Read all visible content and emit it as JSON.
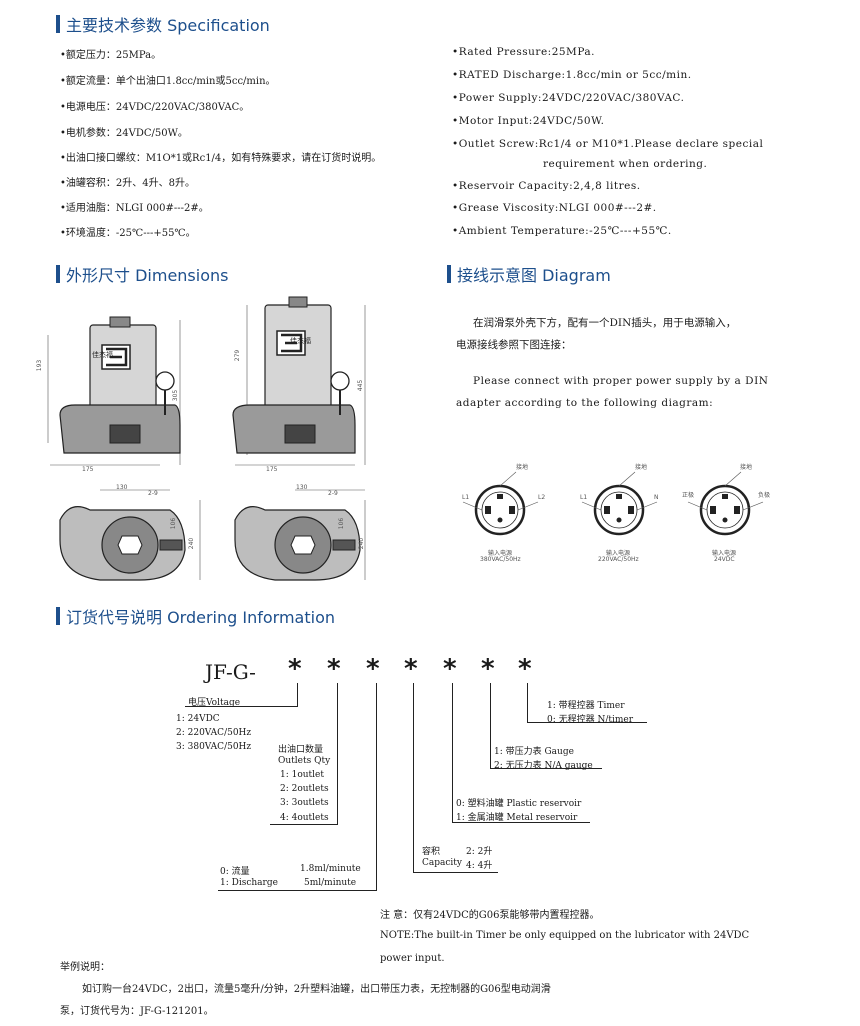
{
  "sections": {
    "spec": "主要技术参数 Specification",
    "dimensions": "外形尺寸 Dimensions",
    "diagram": "接线示意图 Diagram",
    "ordering": "订货代号说明 Ordering Information"
  },
  "spec_cn": [
    "•额定压力：25MPa。",
    "•额定流量：单个出油口1.8cc/min或5cc/min。",
    "•电源电压：24VDC/220VAC/380VAC。",
    "•电机参数：24VDC/50W。",
    "•出油口接口螺纹：M1O*1或Rc1/4，如有特殊要求，请在订货时说明。",
    "•油罐容积：2升、4升、8升。",
    "•适用油脂：NLGI 000#---2#。",
    "•环境温度：-25℃---+55℃。"
  ],
  "spec_en": [
    "•Rated Pressure:25MPa.",
    "•RATED Discharge:1.8cc/min or 5cc/min.",
    "•Power Supply:24VDC/220VAC/380VAC.",
    "•Motor Input:24VDC/50W.",
    "•Outlet Screw:Rc1/4 or M10*1.Please declare special",
    "requirement when ordering.",
    "•Reservoir Capacity:2,4,8 litres.",
    "•Grease Viscosity:NLGI 000#---2#.",
    "•Ambient Temperature:-25℃---+55℃."
  ],
  "dimensions": {
    "brand": "佳杰福",
    "left_pump": {
      "height1": "193",
      "height2": "305",
      "width": "175",
      "top_w": "130",
      "top_w2": "2-9",
      "v1": "106",
      "v2": "240"
    },
    "right_pump": {
      "height1": "279",
      "height2": "445",
      "width": "175",
      "top_w": "130",
      "top_w2": "2-9",
      "v1": "106",
      "v2": "240"
    }
  },
  "diagram": {
    "cn_line1": "在润滑泵外壳下方，配有一个DIN插头，用于电源输入，",
    "cn_line2": "电源接线参照下图连接：",
    "en_line1": "Please connect with proper power supply by a DIN",
    "en_line2": "adapter according to the following diagram:",
    "plugs": [
      {
        "ground": "接地",
        "left": "L1",
        "right": "L2",
        "caption": "输入电源",
        "voltage": "380VAC/50Hz"
      },
      {
        "ground": "接地",
        "left": "L1",
        "right": "N",
        "caption": "输入电源",
        "voltage": "220VAC/50Hz"
      },
      {
        "ground": "接地",
        "left": "正极",
        "right": "负极",
        "caption": "输入电源",
        "voltage": "24VDC"
      }
    ]
  },
  "ordering": {
    "code": "JF-G-",
    "star": "*",
    "voltage_label": "电压Voltage",
    "voltage_opts": [
      "1: 24VDC",
      "2: 220VAC/50Hz",
      "3: 380VAC/50Hz"
    ],
    "outlets_label_cn": "出油口数量",
    "outlets_label_en": "Outlets Qty",
    "outlets_opts": [
      "1: 1outlet",
      "2: 2outlets",
      "3: 3outlets",
      "4: 4outlets"
    ],
    "discharge_opts": [
      {
        "k": "0: 流量",
        "v": "1.8ml/minute"
      },
      {
        "k": "1: Discharge",
        "v": "5ml/minute"
      }
    ],
    "capacity": [
      {
        "k": "容积",
        "v": "2: 2升"
      },
      {
        "k": "Capacity",
        "v": "4: 4升"
      }
    ],
    "reservoir_opts": [
      "0: 塑料油罐  Plastic reservoir",
      "1: 金属油罐  Metal reservoir"
    ],
    "gauge_opts": [
      "1: 带压力表  Gauge",
      "2: 无压力表  N/A gauge"
    ],
    "timer_opts": [
      "1: 带程控器    Timer",
      "0: 无程控器    N/timer"
    ],
    "note_cn": "注 意：仅有24VDC的G06泵能够带内置程控器。",
    "note_en1": "NOTE:The built-in Timer be only equipped on the lubricator with 24VDC",
    "note_en2": "power input.",
    "example_title": "举例说明：",
    "example1": "如订购一台24VDC，2出口，流量5毫升/分钟，2升塑料油罐，出口带压力表，无控制器的G06型电动润滑",
    "example2": "泵，订货代号为：JF-G-121201。"
  }
}
